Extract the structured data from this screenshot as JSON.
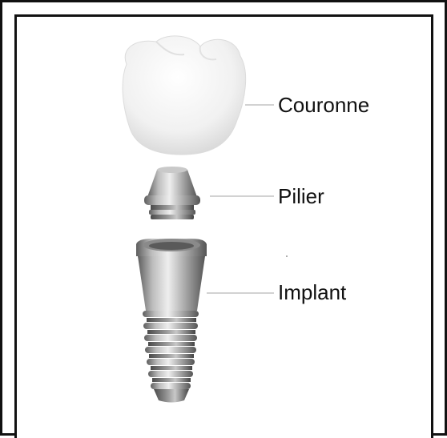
{
  "labels": {
    "crown": "Couronne",
    "abutment": "Pilier",
    "implant": "Implant"
  },
  "colors": {
    "frame": "#111111",
    "leader_line": "#b8b8b8",
    "crown": "#f4f4f4",
    "metal_light": "#d9d9d9",
    "metal_dark": "#6e6e6e"
  },
  "icons": [
    "tooth-crown-icon",
    "abutment-icon",
    "implant-screw-icon"
  ]
}
